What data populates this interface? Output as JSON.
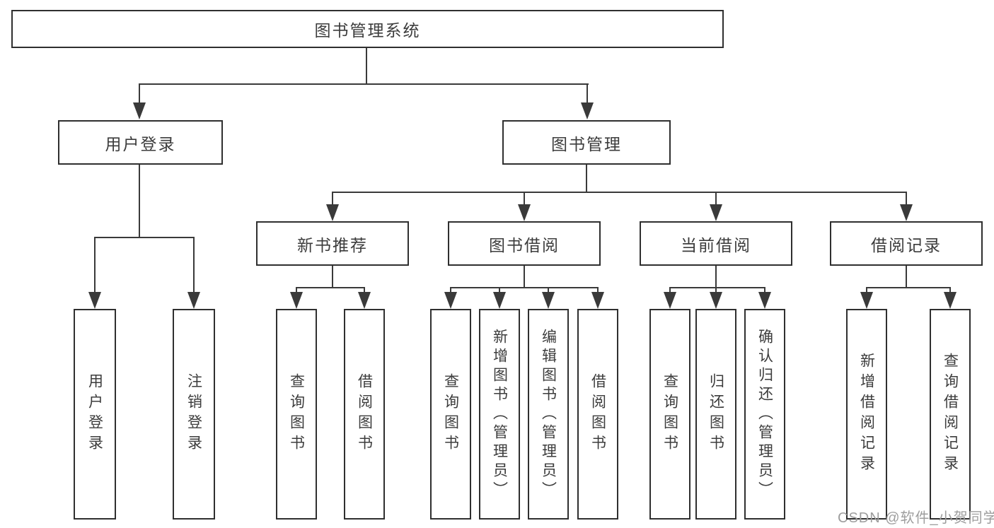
{
  "colors": {
    "background": "#ffffff",
    "box_border": "#2f2f2f",
    "connector_line": "#3a3a3a",
    "text": "#3c3c3c",
    "watermark_text": "#9e9e9e"
  },
  "diagram": {
    "root": {
      "label": "图书管理系统"
    },
    "user_login": {
      "label": "用户登录",
      "children": [
        {
          "label": "用户登录"
        },
        {
          "label": "注销登录"
        }
      ]
    },
    "book_management": {
      "label": "图书管理",
      "sections": [
        {
          "label": "新书推荐",
          "children": [
            {
              "label": "查询图书"
            },
            {
              "label": "借阅图书"
            }
          ]
        },
        {
          "label": "图书借阅",
          "children": [
            {
              "label": "查询图书"
            },
            {
              "label": "新增图书（管理员）"
            },
            {
              "label": "编辑图书（管理员）"
            },
            {
              "label": "借阅图书"
            }
          ]
        },
        {
          "label": "当前借阅",
          "children": [
            {
              "label": "查询图书"
            },
            {
              "label": "归还图书"
            },
            {
              "label": "确认归还（管理员）"
            }
          ]
        },
        {
          "label": "借阅记录",
          "children": [
            {
              "label": "新增借阅记录"
            },
            {
              "label": "查询借阅记录"
            }
          ]
        }
      ]
    },
    "watermark": "CSDN @软件_小贺同学"
  }
}
